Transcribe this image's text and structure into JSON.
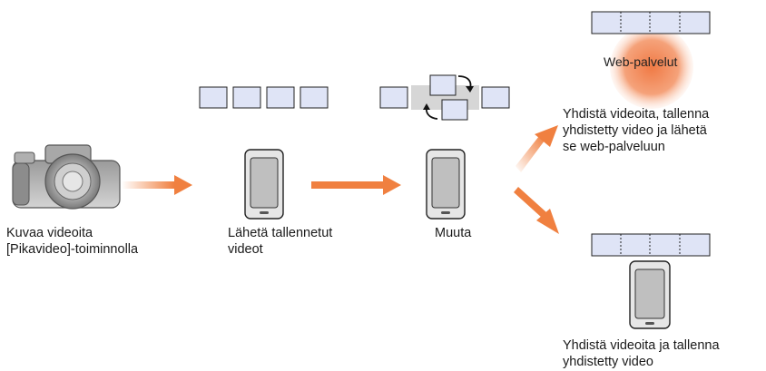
{
  "steps": {
    "record": {
      "label_line1": "Kuvaa videoita",
      "label_line2": "[Pikavideo]-toiminnolla"
    },
    "send": {
      "label_line1": "Lähetä tallennetut",
      "label_line2": "videot"
    },
    "edit": {
      "label": "Muuta"
    },
    "web": {
      "service_label": "Web-palvelut",
      "label_line1": "Yhdistä videoita, tallenna",
      "label_line2": "yhdistetty video ja lähetä",
      "label_line3": "se web-palveluun"
    },
    "save": {
      "label_line1": "Yhdistä videoita ja tallenna",
      "label_line2": "yhdistetty video"
    }
  },
  "colors": {
    "arrow": "#f08040",
    "frame_fill": "#dfe4f6",
    "frame_stroke": "#222222",
    "web_glow": "#f0703a"
  },
  "icons": [
    "camera-icon",
    "smartphone-icon",
    "video-frame-icon",
    "swap-arrows-icon",
    "web-service-icon"
  ]
}
